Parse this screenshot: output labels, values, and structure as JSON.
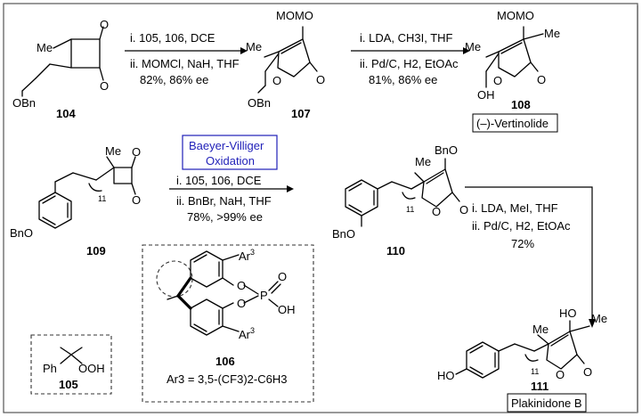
{
  "compounds": {
    "c104": "104",
    "c107": "107",
    "c108": "108",
    "c109": "109",
    "c110": "110",
    "c111": "111",
    "c105": "105",
    "c106": "106"
  },
  "names": {
    "vertinolide": "(–)-Vertinolide",
    "plakinidone": "Plakinidone B",
    "baeyer_line1": "Baeyer-Villiger",
    "baeyer_line2": "Oxidation"
  },
  "atoms": {
    "me": "Me",
    "obn": "OBn",
    "momo": "MOMO",
    "oh": "OH",
    "o": "O",
    "bno": "BnO",
    "ho": "HO",
    "p": "P",
    "ar": "Ar",
    "ar_sup": "3",
    "ph": "Ph",
    "ooh": "OOH",
    "chain_n": "11"
  },
  "conditions": {
    "step1_a": "i. 105, 106, DCE",
    "step1_b": "ii. MOMCl, NaH, THF",
    "step1_c": "82%, 86% ee",
    "step2_a": "i. LDA, CH3I, THF",
    "step2_b": "ii. Pd/C, H2, EtOAc",
    "step2_c": "81%, 86% ee",
    "step3_a": "i. 105, 106, DCE",
    "step3_b": "ii. BnBr, NaH, THF",
    "step3_c": "78%, >99% ee",
    "step4_a": "i. LDA, MeI, THF",
    "step4_b": "ii. Pd/C, H2, EtOAc",
    "step4_c": "72%"
  },
  "ar_definition": "Ar3 = 3,5-(CF3)2-C6H3"
}
